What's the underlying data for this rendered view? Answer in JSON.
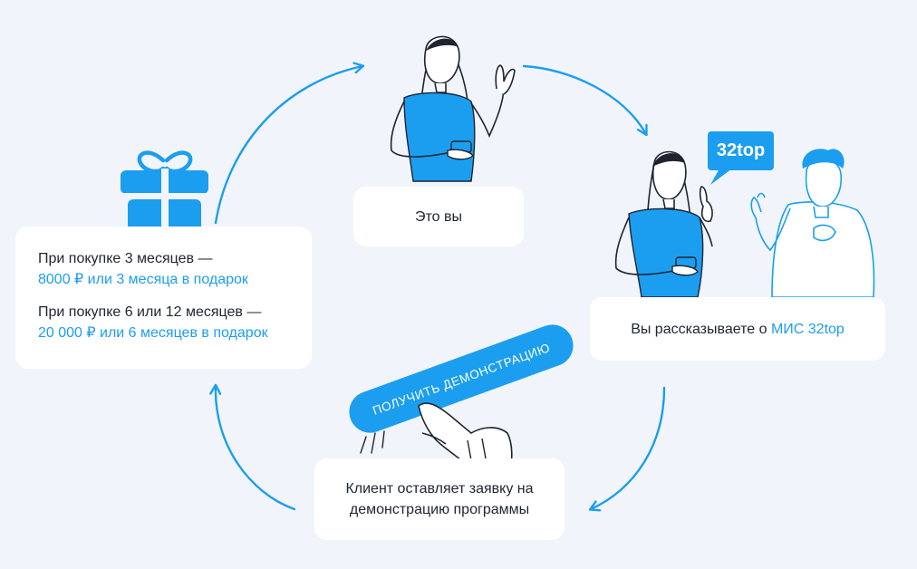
{
  "steps": {
    "you": "Это вы",
    "tell_prefix": "Вы рассказываете о ",
    "tell_brand": "МИС 32top",
    "client_line1": "Клиент оставляет заявку на",
    "client_line2": "демонстрацию программы"
  },
  "offer": {
    "first_line1": "При покупке 3 месяцев —",
    "first_line2": "8000 ₽ или 3 месяца в подарок",
    "second_line1": "При покупке 6 или 12 месяцев —",
    "second_line2": "20 000 ₽ или 6 месяцев в подарок"
  },
  "bubble_text": "32top",
  "cta_button": "ПОЛУЧИТЬ ДЕМОНСТРАЦИЮ",
  "colors": {
    "accent": "#1b9ef0",
    "arrow": "#1b9ef0",
    "background": "#f1f5fb",
    "card": "#ffffff",
    "text": "#1f2430"
  },
  "icons": [
    "gift-icon",
    "woman-waving-illustration",
    "woman-talking-illustration",
    "man-listening-illustration",
    "hand-pointer-illustration"
  ]
}
